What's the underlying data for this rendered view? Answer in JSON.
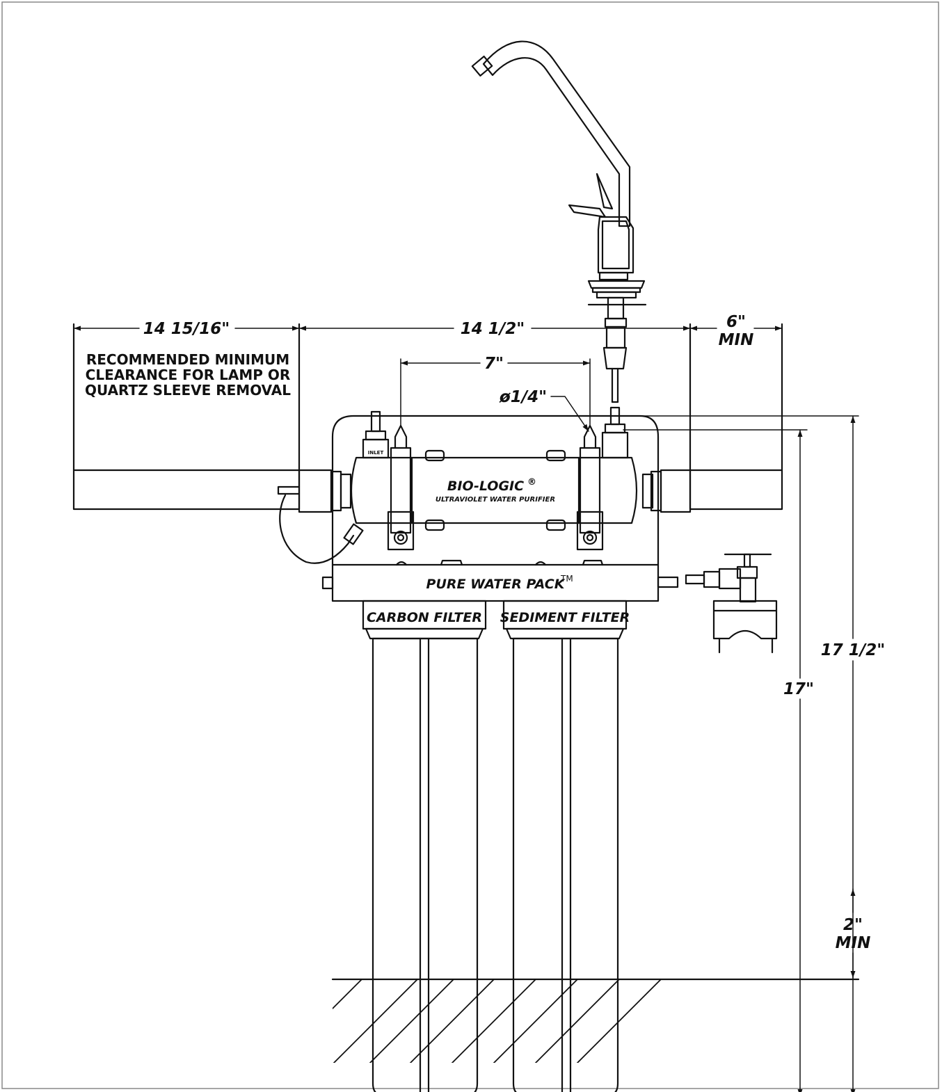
{
  "dimensions": {
    "lamp_clearance": "14 15/16\"",
    "unit_length": "14 1/2\"",
    "right_clearance": "6\"",
    "right_clearance_min": "MIN",
    "bracket_spacing": "7\"",
    "hole_diameter": "ø1/4\"",
    "overall_height": "17 1/2\"",
    "inner_height": "17\"",
    "floor_clearance": "2\"",
    "floor_clearance_min": "MIN"
  },
  "clearance_note": [
    "RECOMMENDED MINIMUM",
    "CLEARANCE FOR LAMP OR",
    "QUARTZ SLEEVE REMOVAL"
  ],
  "purifier": {
    "brand": "BIO-LOGIC",
    "registered": "®",
    "subtitle": "ULTRAVIOLET WATER PURIFIER",
    "inlet_label": "INLET"
  },
  "pack": {
    "label": "PURE WATER PACK",
    "trademark": "TM"
  },
  "filters": {
    "left": "CARBON FILTER",
    "right": "SEDIMENT FILTER"
  }
}
